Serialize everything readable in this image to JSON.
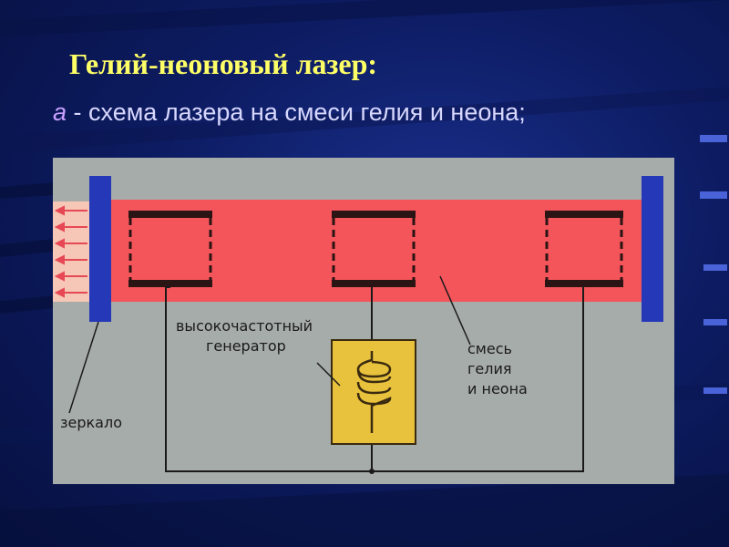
{
  "slide": {
    "title": "Гелий-неоновый лазер:",
    "subtitle_letter": "а",
    "subtitle_text": " - схема лазера на смеси гелия и неона;"
  },
  "diagram": {
    "labels": {
      "generator_line1": "высокочастотный",
      "generator_line2": "генератор",
      "mixture_line1": "смесь",
      "mixture_line2": "гелия",
      "mixture_line3": "и неона",
      "mirror": "зеркало"
    },
    "colors": {
      "background": "#1a2f8c",
      "title": "#ffff66",
      "tube": "#f4555a",
      "mirror": "#2438b8",
      "generator": "#e8c23c",
      "panel": "#a6aca9"
    }
  }
}
